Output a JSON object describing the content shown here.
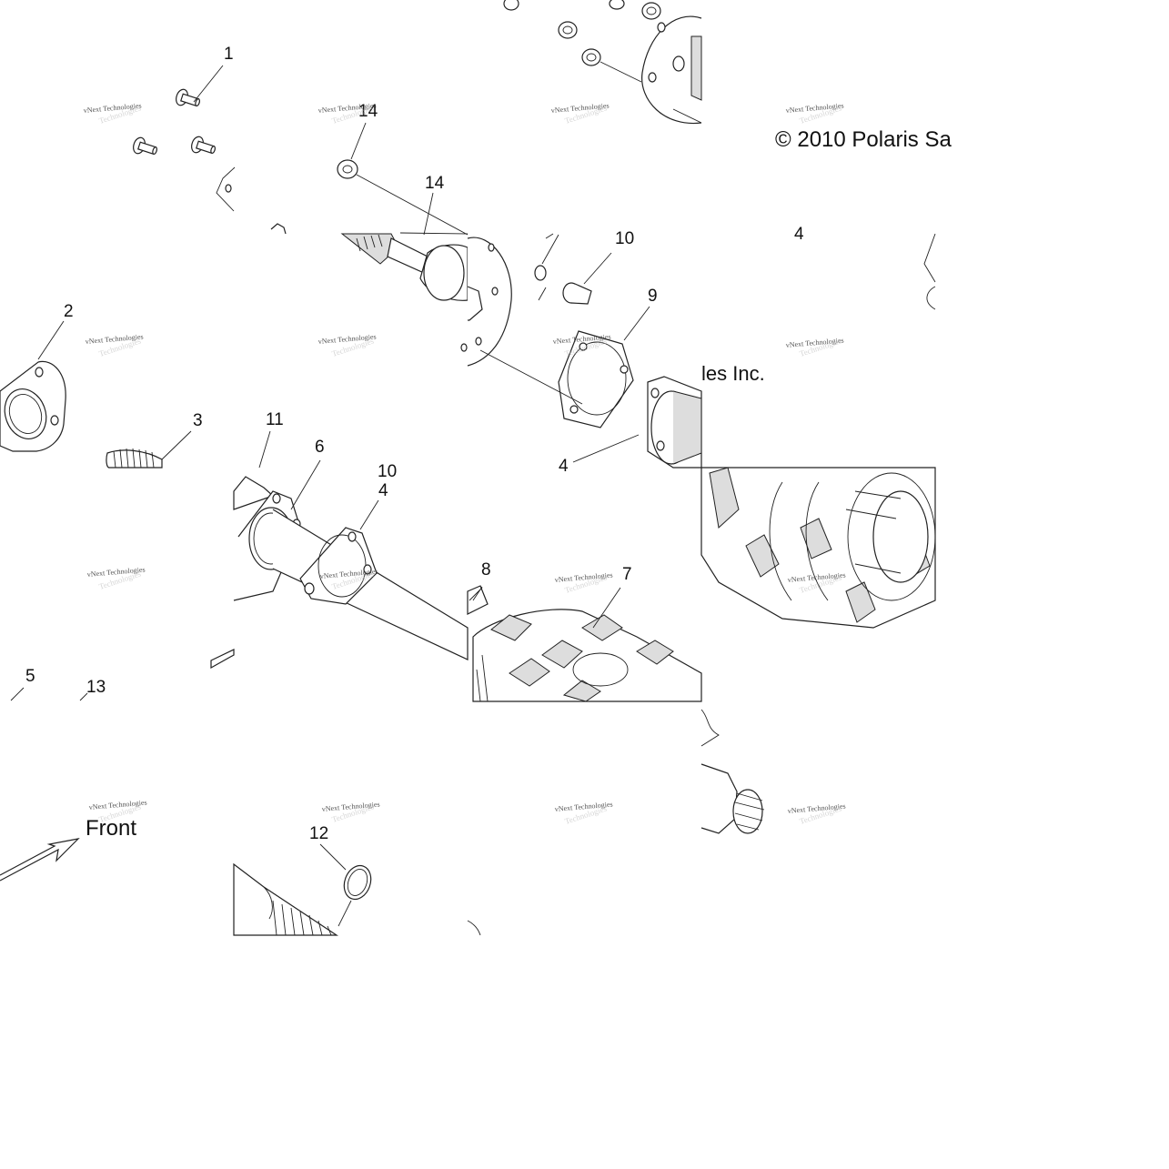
{
  "diagram": {
    "copyright": "© 2010 Polaris Sa",
    "copyright_fragment": "les Inc.",
    "front_label": "Front",
    "watermark_line1": "vNext Technologies",
    "watermark_line2": "Technologies",
    "callouts": [
      {
        "id": "c1",
        "text": "1"
      },
      {
        "id": "c14a",
        "text": "14"
      },
      {
        "id": "c14b",
        "text": "14"
      },
      {
        "id": "c10",
        "text": "10"
      },
      {
        "id": "c9",
        "text": "9"
      },
      {
        "id": "c2",
        "text": "2"
      },
      {
        "id": "c3",
        "text": "3"
      },
      {
        "id": "c12",
        "text": "12"
      },
      {
        "id": "c11",
        "text": "11"
      },
      {
        "id": "c10b",
        "text": "10"
      },
      {
        "id": "c6",
        "text": "6"
      },
      {
        "id": "c4a",
        "text": "4"
      },
      {
        "id": "c8",
        "text": "8"
      },
      {
        "id": "c7",
        "text": "7"
      },
      {
        "id": "c4b",
        "text": "4"
      },
      {
        "id": "c5",
        "text": "5"
      },
      {
        "id": "c13",
        "text": "13"
      },
      {
        "id": "c4c",
        "text": "4"
      }
    ]
  }
}
